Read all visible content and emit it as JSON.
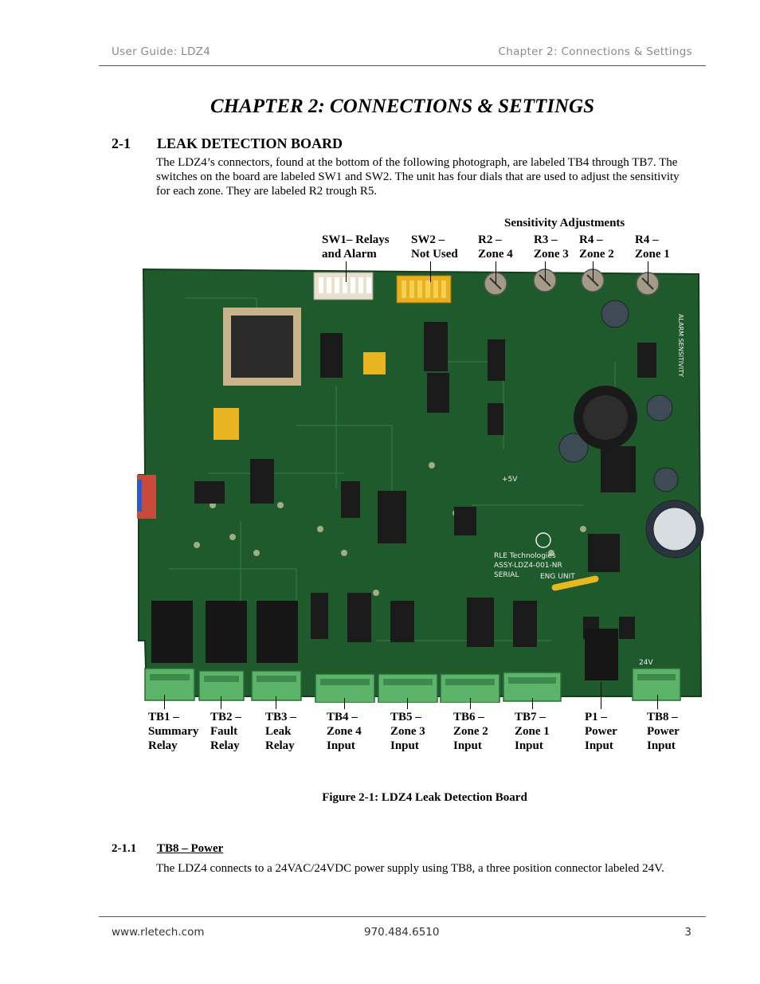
{
  "header": {
    "left": "User Guide: LDZ4",
    "right": "Chapter 2: Connections & Settings"
  },
  "chapter_title": "CHAPTER 2: CONNECTIONS & SETTINGS",
  "section": {
    "number": "2-1",
    "title": "LEAK DETECTION BOARD",
    "text": "The LDZ4’s connectors, found at the bottom of the following photograph, are labeled TB4 through TB7. The switches on the board are labeled SW1 and SW2.  The unit has four dials that are used to adjust the sensitivity for each zone.  They are labeled R2 trough R5."
  },
  "figure": {
    "heading": "Sensitivity Adjustments",
    "top_labels": [
      {
        "l1": "SW1– Relays",
        "l2": "and Alarm"
      },
      {
        "l1": "SW2 –",
        "l2": "Not Used"
      },
      {
        "l1": "R2 –",
        "l2": "Zone 4"
      },
      {
        "l1": "R3 –",
        "l2": "Zone 3"
      },
      {
        "l1": "R4 –",
        "l2": "Zone 2"
      },
      {
        "l1": "R4 –",
        "l2": "Zone 1"
      }
    ],
    "bottom_labels": [
      {
        "l1": "TB1 –",
        "l2": "Summary",
        "l3": "Relay"
      },
      {
        "l1": "TB2 –",
        "l2": "Fault",
        "l3": "Relay"
      },
      {
        "l1": "TB3 –",
        "l2": "Leak",
        "l3": "Relay"
      },
      {
        "l1": "TB4 –",
        "l2": "Zone 4",
        "l3": "Input"
      },
      {
        "l1": "TB5 –",
        "l2": "Zone 3",
        "l3": "Input"
      },
      {
        "l1": "TB6 –",
        "l2": "Zone 2",
        "l3": "Input"
      },
      {
        "l1": "TB7 –",
        "l2": "Zone 1",
        "l3": "Input"
      },
      {
        "l1": "P1 –",
        "l2": "Power",
        "l3": "Input"
      },
      {
        "l1": "TB8 –",
        "l2": "Power",
        "l3": "Input"
      }
    ],
    "board_marks": {
      "company": "RLE Technologies",
      "part": "ASSY-LDZ4-001-NR",
      "serial": "SERIAL",
      "eng": "ENG UNIT",
      "plus5": "+5V",
      "v24": "24V",
      "sense": "ALARM SENSITIVITY"
    },
    "caption": "Figure 2-1:  LDZ4 Leak Detection Board"
  },
  "subsection": {
    "number": "2-1.1",
    "title": "TB8 – Power",
    "text": "The LDZ4 connects to a 24VAC/24VDC power supply using TB8, a three position connector labeled 24V."
  },
  "footer": {
    "website": "www.rletech.com",
    "phone": "970.484.6510",
    "page": "3"
  },
  "colors": {
    "board": "#1f5a2c",
    "terminal": "#5cb36a",
    "relay": "#1a1a1a",
    "rule": "#555555"
  }
}
